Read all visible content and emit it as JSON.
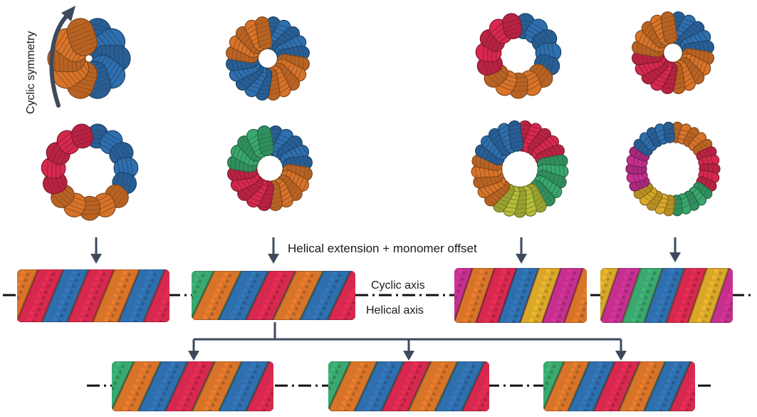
{
  "labels": {
    "cyclic_symmetry": "Cyclic symmetry",
    "helical_extension": "Helical extension + monomer offset",
    "cyclic_axis": "Cyclic axis",
    "helical_axis": "Helical axis"
  },
  "colors": {
    "blue": "#2f6fae",
    "orange": "#d8742a",
    "red": "#d7294f",
    "green": "#3aa86f",
    "magenta": "#c5308f",
    "yellow": "#d9a82a",
    "olive": "#b5bf3a",
    "arrow": "#3e4a5c",
    "axis": "#111111"
  },
  "rings": [
    {
      "id": "ring-c2-top",
      "colors": [
        "blue",
        "orange"
      ],
      "hole": 0.05
    },
    {
      "id": "ring-c2b-top",
      "colors": [
        "blue",
        "orange",
        "blue",
        "orange"
      ],
      "hole": 0.18
    },
    {
      "id": "ring-c3-top",
      "colors": [
        "blue",
        "orange",
        "red"
      ],
      "hole": 0.35
    },
    {
      "id": "ring-c4-top",
      "colors": [
        "blue",
        "orange",
        "red",
        "orange"
      ],
      "hole": 0.18
    },
    {
      "id": "ring-c3-mid",
      "colors": [
        "blue",
        "orange",
        "red"
      ],
      "hole": 0.45
    },
    {
      "id": "ring-c4-mid",
      "colors": [
        "blue",
        "orange",
        "red",
        "green"
      ],
      "hole": 0.25
    },
    {
      "id": "ring-c5-mid",
      "colors": [
        "red",
        "green",
        "olive",
        "orange",
        "blue"
      ],
      "hole": 0.32
    },
    {
      "id": "ring-c6-mid",
      "colors": [
        "orange",
        "red",
        "green",
        "yellow",
        "magenta",
        "blue"
      ],
      "hole": 0.5
    }
  ],
  "rods": [
    {
      "id": "rod-1",
      "colors": [
        "orange",
        "red",
        "blue",
        "red",
        "orange",
        "blue",
        "red",
        "orange"
      ]
    },
    {
      "id": "rod-2",
      "colors": [
        "green",
        "orange",
        "blue",
        "red",
        "orange",
        "blue",
        "red",
        "green"
      ]
    },
    {
      "id": "rod-3",
      "colors": [
        "magenta",
        "orange",
        "red",
        "blue",
        "yellow",
        "magenta",
        "orange",
        "yellow"
      ]
    },
    {
      "id": "rod-4",
      "colors": [
        "yellow",
        "magenta",
        "green",
        "blue",
        "red",
        "yellow",
        "magenta",
        "orange"
      ]
    },
    {
      "id": "rod-5",
      "colors": [
        "green",
        "orange",
        "blue",
        "red",
        "orange",
        "blue",
        "red",
        "green"
      ]
    },
    {
      "id": "rod-6",
      "colors": [
        "green",
        "orange",
        "blue",
        "red",
        "orange",
        "blue",
        "red",
        "green"
      ]
    },
    {
      "id": "rod-7",
      "colors": [
        "green",
        "orange",
        "blue",
        "red",
        "orange",
        "blue",
        "red",
        "green"
      ]
    }
  ]
}
